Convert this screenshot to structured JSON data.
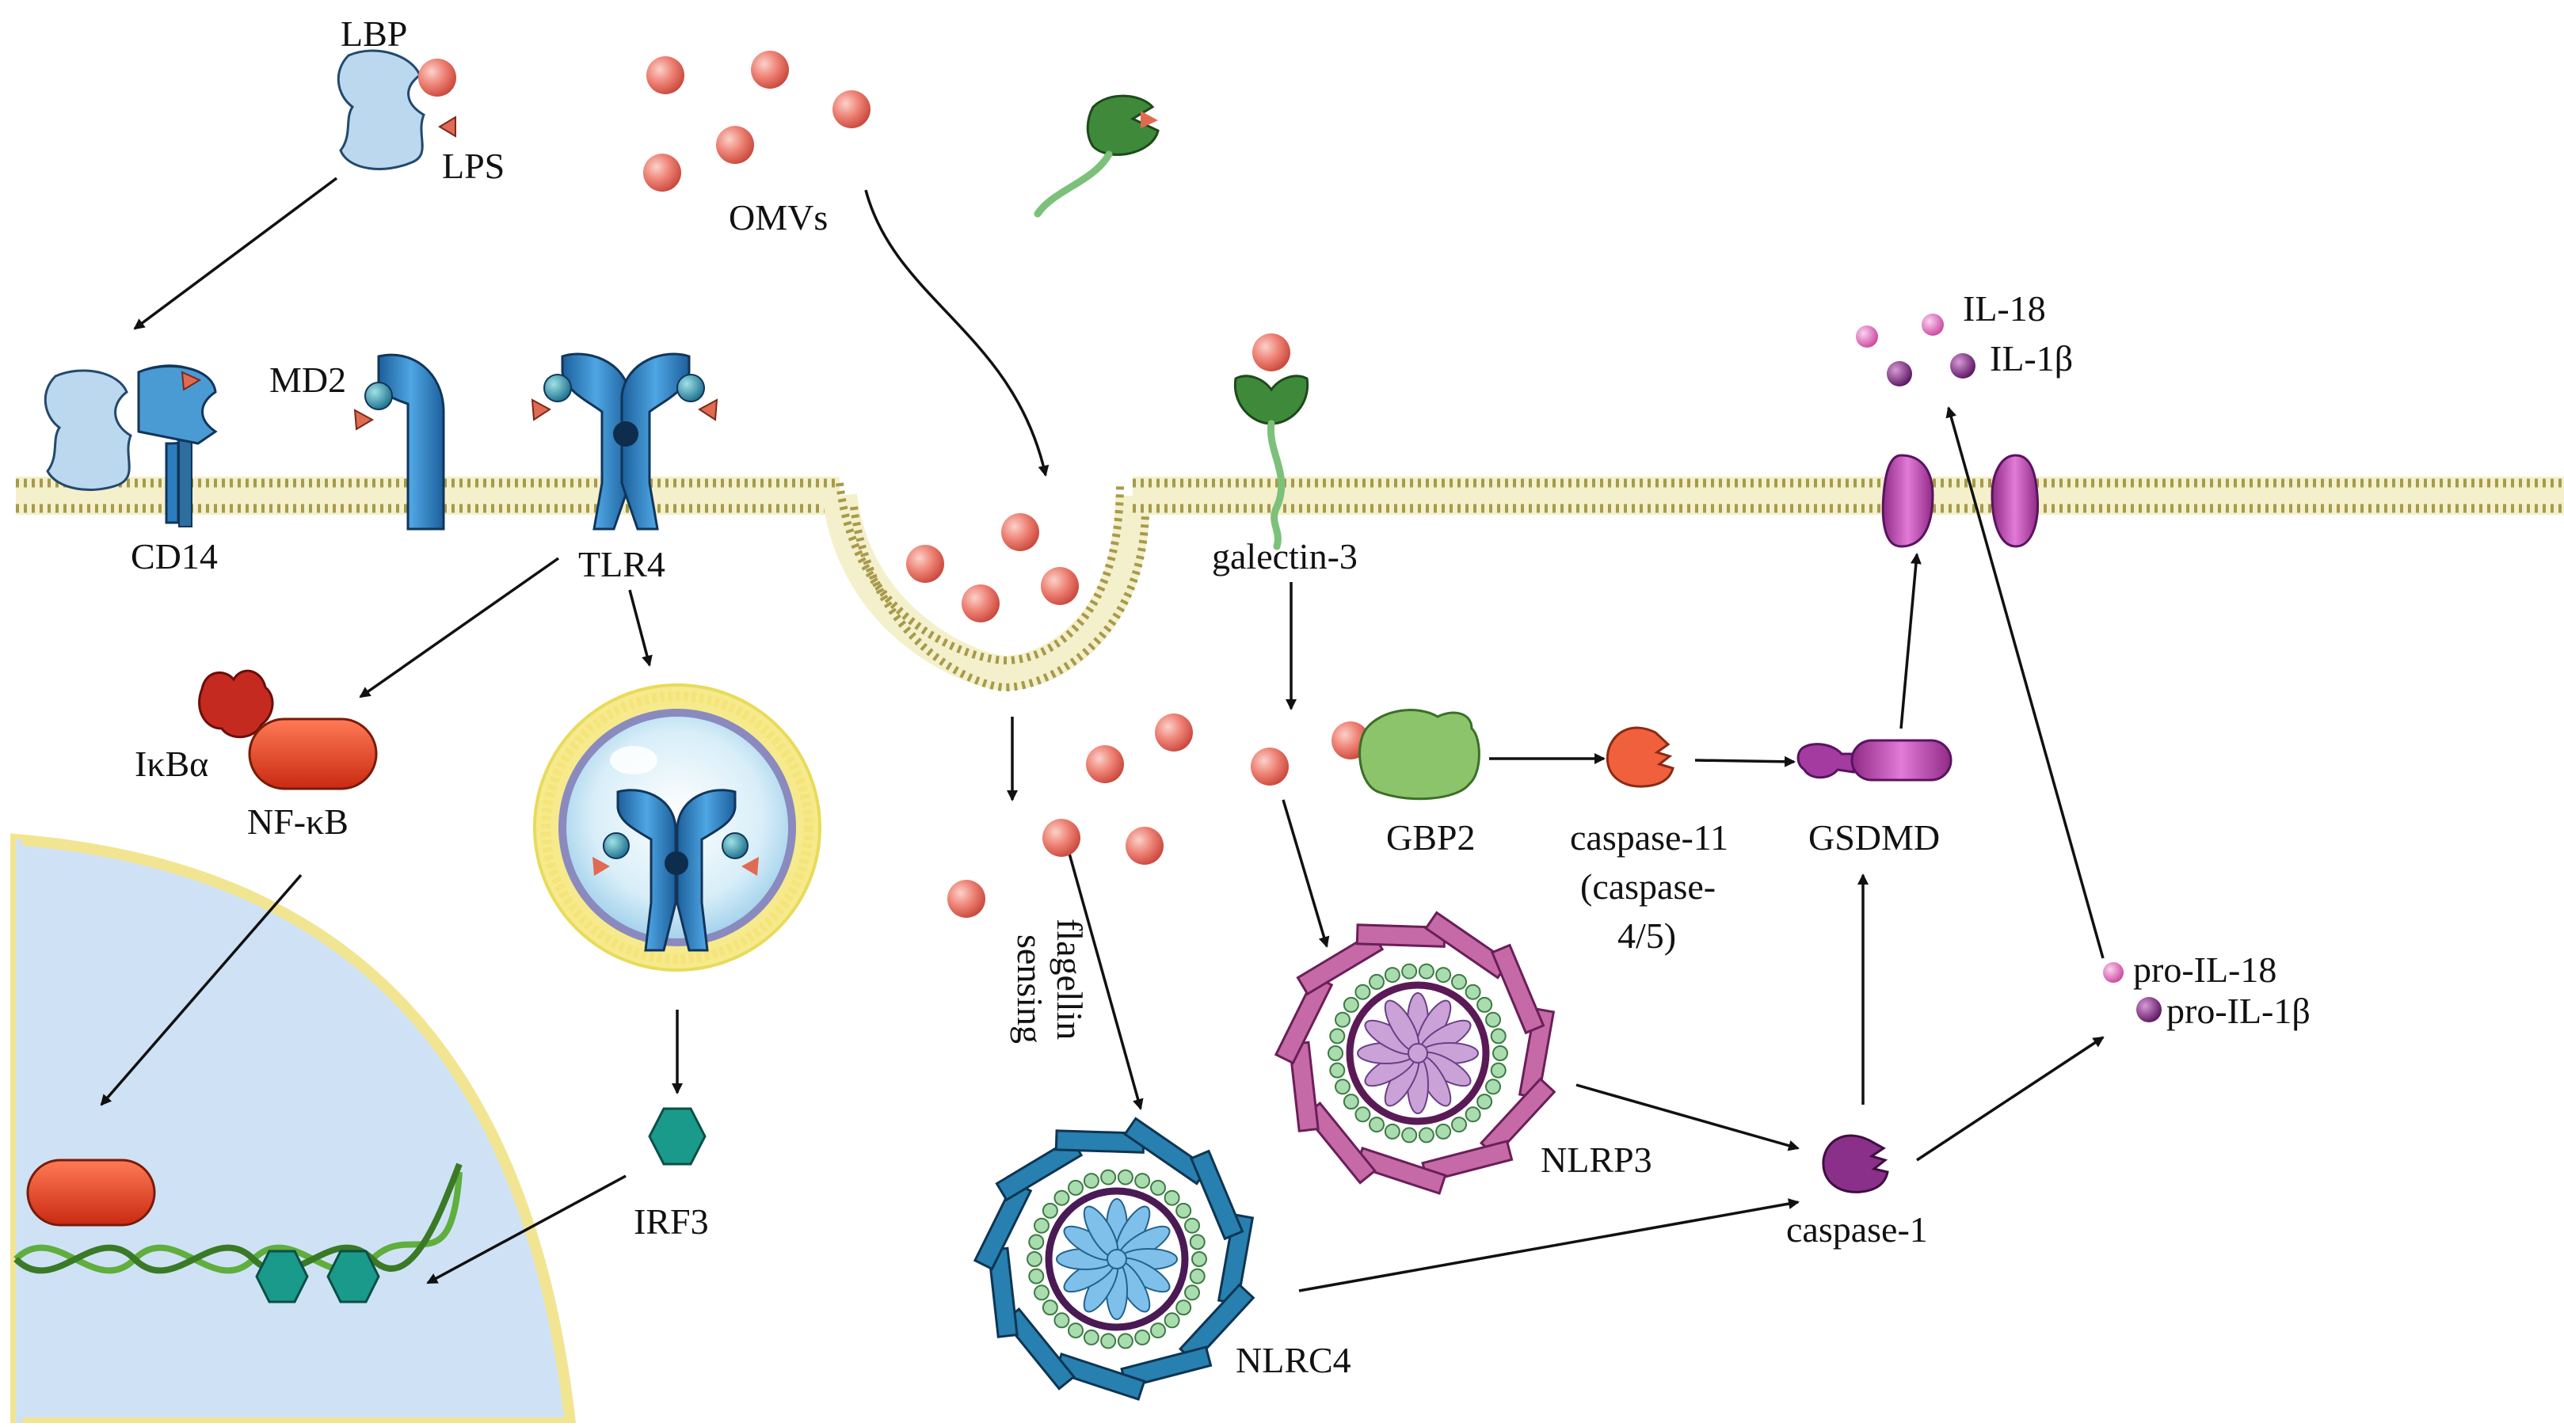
{
  "labels": {
    "lbp": "LBP",
    "lps": "LPS",
    "omvs": "OMVs",
    "md2": "MD2",
    "cd14": "CD14",
    "tlr4": "TLR4",
    "galectin3": "galectin-3",
    "il18": "IL-18",
    "il1b": "IL-1β",
    "ikba": "IκBα",
    "nfkb": "NF-κB",
    "gbp2": "GBP2",
    "caspase11_line1": "caspase-11",
    "caspase11_line2": "(caspase-",
    "caspase11_line3": "4/5)",
    "gsdmd": "GSDMD",
    "flagellin_line1": "flagellin",
    "flagellin_line2": "sensing",
    "pro_il18": "pro-IL-18",
    "pro_il1b": "pro-IL-1β",
    "nlrp3": "NLRP3",
    "caspase1": "caspase-1",
    "irf3": "IRF3",
    "nlrc4": "NLRC4"
  },
  "colors": {
    "omv": "#e8766a",
    "tlr4": "#3a8fd0",
    "cd14": "#bcd8ef",
    "galectin": "#3f8a3a",
    "gsdmd": "#c04fb4",
    "nfkb": "#e8452a",
    "irf3": "#1a9a8a",
    "nucleus": "#cfe2f5",
    "nucleus_edge": "#f3e79a",
    "nlrc4": "#1d6a94",
    "nlrp3": "#9b3f84",
    "gbp2": "#8bc46a",
    "caspase11": "#f0603c",
    "caspase1": "#8a2f8a"
  }
}
